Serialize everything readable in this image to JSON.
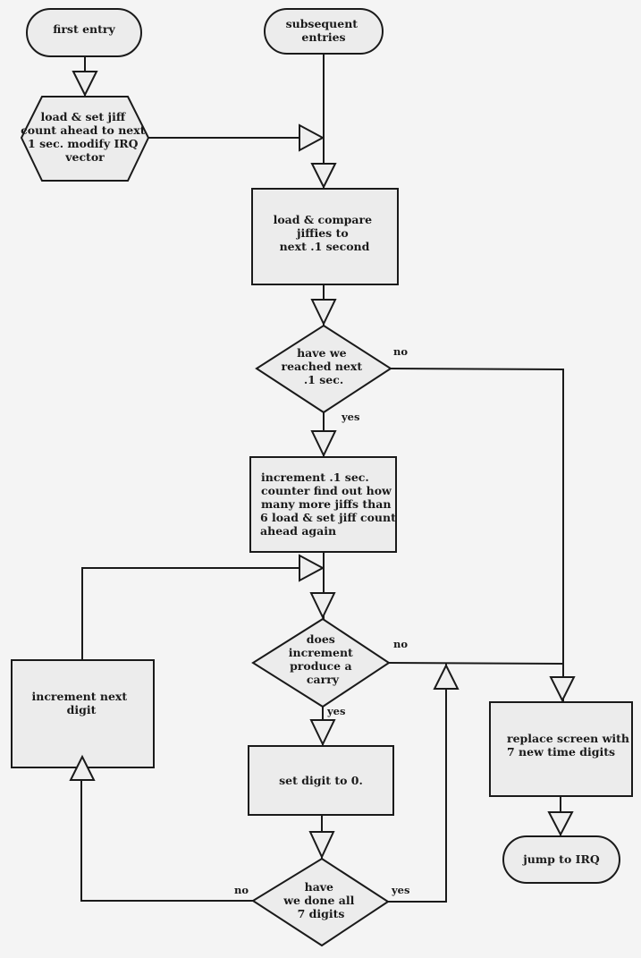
{
  "diagram": {
    "type": "flowchart",
    "nodes": {
      "first_entry": {
        "kind": "terminal",
        "lines": [
          "first entry"
        ]
      },
      "subsequent_entries": {
        "kind": "terminal",
        "lines": [
          "subsequent",
          "entries"
        ]
      },
      "init": {
        "kind": "preparation",
        "lines": [
          "load & set jiff",
          "count ahead to next",
          "1 sec. modify IRQ",
          "vector"
        ]
      },
      "compare": {
        "kind": "process",
        "lines": [
          "load & compare",
          "jiffies to",
          "next .1 second"
        ]
      },
      "reached": {
        "kind": "decision",
        "lines": [
          "have we",
          "reached next",
          ".1 sec."
        ]
      },
      "increment_tenth": {
        "kind": "process",
        "lines": [
          "increment .1 sec.",
          "counter find out how",
          "many more jiffs than",
          "6 load & set jiff count",
          "ahead again"
        ]
      },
      "carry": {
        "kind": "decision",
        "lines": [
          "does",
          "increment",
          "produce a",
          "carry"
        ]
      },
      "increment_next": {
        "kind": "process",
        "lines": [
          "increment next",
          "digit"
        ]
      },
      "set_zero": {
        "kind": "process",
        "lines": [
          "set digit to 0."
        ]
      },
      "all_digits": {
        "kind": "decision",
        "lines": [
          "have",
          "we done all",
          "7 digits"
        ]
      },
      "replace_screen": {
        "kind": "process",
        "lines": [
          "replace screen with",
          "7 new time digits"
        ]
      },
      "jump_irq": {
        "kind": "terminal",
        "lines": [
          "jump to IRQ"
        ]
      }
    },
    "edge_labels": {
      "reached_no": "no",
      "reached_yes": "yes",
      "carry_no": "no",
      "carry_yes": "yes",
      "all_no": "no",
      "all_yes": "yes"
    },
    "edges": [
      {
        "from": "first_entry",
        "to": "init"
      },
      {
        "from": "init",
        "to": "compare"
      },
      {
        "from": "subsequent_entries",
        "to": "compare"
      },
      {
        "from": "compare",
        "to": "reached"
      },
      {
        "from": "reached",
        "to": "increment_tenth",
        "label": "yes"
      },
      {
        "from": "reached",
        "to": "replace_screen",
        "label": "no"
      },
      {
        "from": "increment_tenth",
        "to": "carry"
      },
      {
        "from": "carry",
        "to": "set_zero",
        "label": "yes"
      },
      {
        "from": "carry",
        "to": "replace_screen",
        "label": "no"
      },
      {
        "from": "set_zero",
        "to": "all_digits"
      },
      {
        "from": "all_digits",
        "to": "increment_next",
        "label": "no"
      },
      {
        "from": "all_digits",
        "to": "replace_screen",
        "label": "yes"
      },
      {
        "from": "increment_next",
        "to": "carry"
      },
      {
        "from": "replace_screen",
        "to": "jump_irq"
      }
    ]
  }
}
